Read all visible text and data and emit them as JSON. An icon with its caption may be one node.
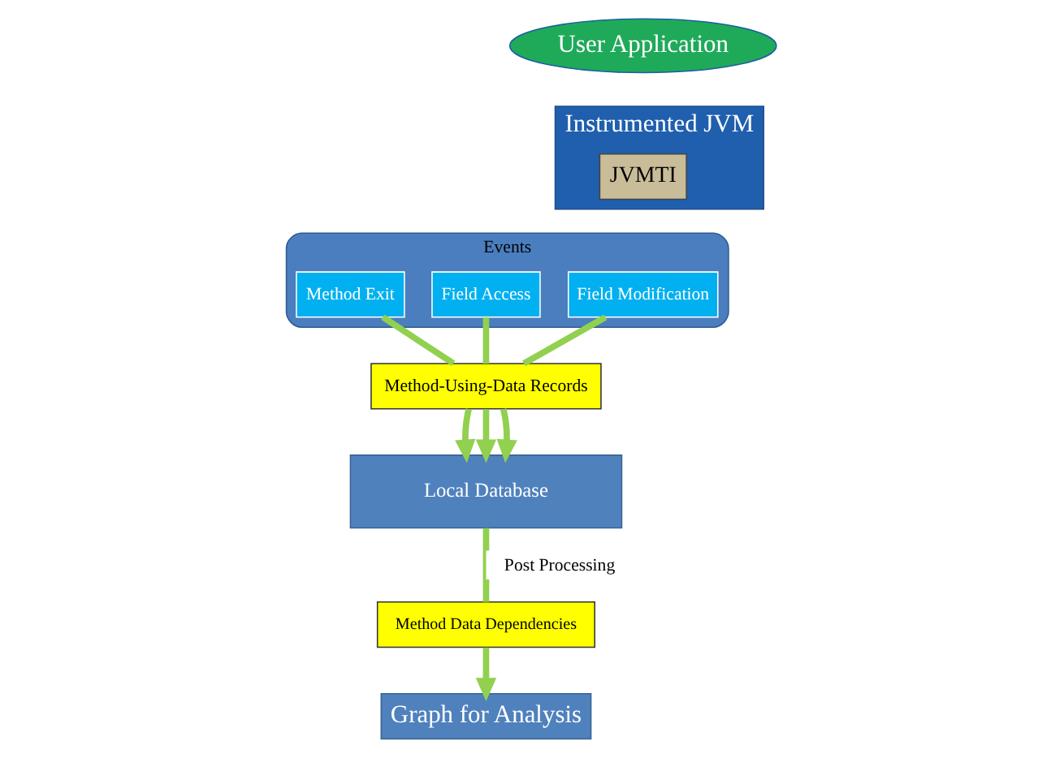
{
  "diagram": {
    "nodes": [
      {
        "text": [
          "User Application"
        ]
      },
      {
        "text": [
          "Instrumented JVM"
        ]
      },
      {
        "text": [
          "JVMTI"
        ],
        "in": 1
      },
      {
        "text": [
          "Events"
        ]
      },
      {
        "text": [
          "Method Exit"
        ],
        "in": 3
      },
      {
        "text": [
          "Field Access"
        ],
        "in": 3
      },
      {
        "text": [
          "Field Modification"
        ],
        "in": 3
      },
      {
        "text": [
          "Method-Using-Data Records"
        ]
      },
      {
        "text": [
          "Local Database"
        ]
      },
      {
        "text": [
          "Method Data Dependencies"
        ]
      },
      {
        "text": [
          "Graph for Analysis"
        ]
      }
    ],
    "edges": [
      {
        "from": 4,
        "to": 7,
        "arrow": "none"
      },
      {
        "from": 5,
        "to": 7,
        "arrow": "none"
      },
      {
        "from": 6,
        "to": 7,
        "arrow": "none"
      },
      {
        "from": 7,
        "to": 8,
        "arrow": "to"
      },
      {
        "from": 7,
        "to": 8,
        "arrow": "to"
      },
      {
        "from": 7,
        "to": 8,
        "arrow": "to"
      },
      {
        "from": 8,
        "to": 9,
        "label": "Post Processing",
        "arrow": "none"
      },
      {
        "from": 9,
        "to": 10,
        "arrow": "to"
      }
    ]
  }
}
